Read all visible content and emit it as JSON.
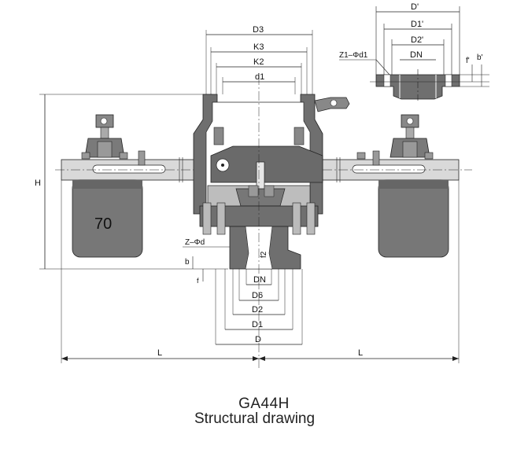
{
  "figure": {
    "model": "GA44H",
    "subtitle": "Structural drawing",
    "weight_label": "70"
  },
  "dimensions": {
    "D3": "D3",
    "K3": "K3",
    "K2": "K2",
    "d1": "d1",
    "H": "H",
    "Z_d": "Z–Φd",
    "b": "b",
    "f": "f",
    "f2": "f2",
    "DN": "DN",
    "D6": "D6",
    "D2": "D2",
    "D1": "D1",
    "D": "D",
    "L_left": "L",
    "L_right": "L"
  },
  "inset": {
    "Dp": "D'",
    "D1p": "D1'",
    "D2p": "D2'",
    "DN": "DN",
    "Z1_d1": "Z1–Φd1",
    "fp": "f'",
    "bp": "b'"
  },
  "colors": {
    "casting": "#6f6f6f",
    "weight": "#777777",
    "lever": "#d9d9d9",
    "line": "#222222"
  }
}
